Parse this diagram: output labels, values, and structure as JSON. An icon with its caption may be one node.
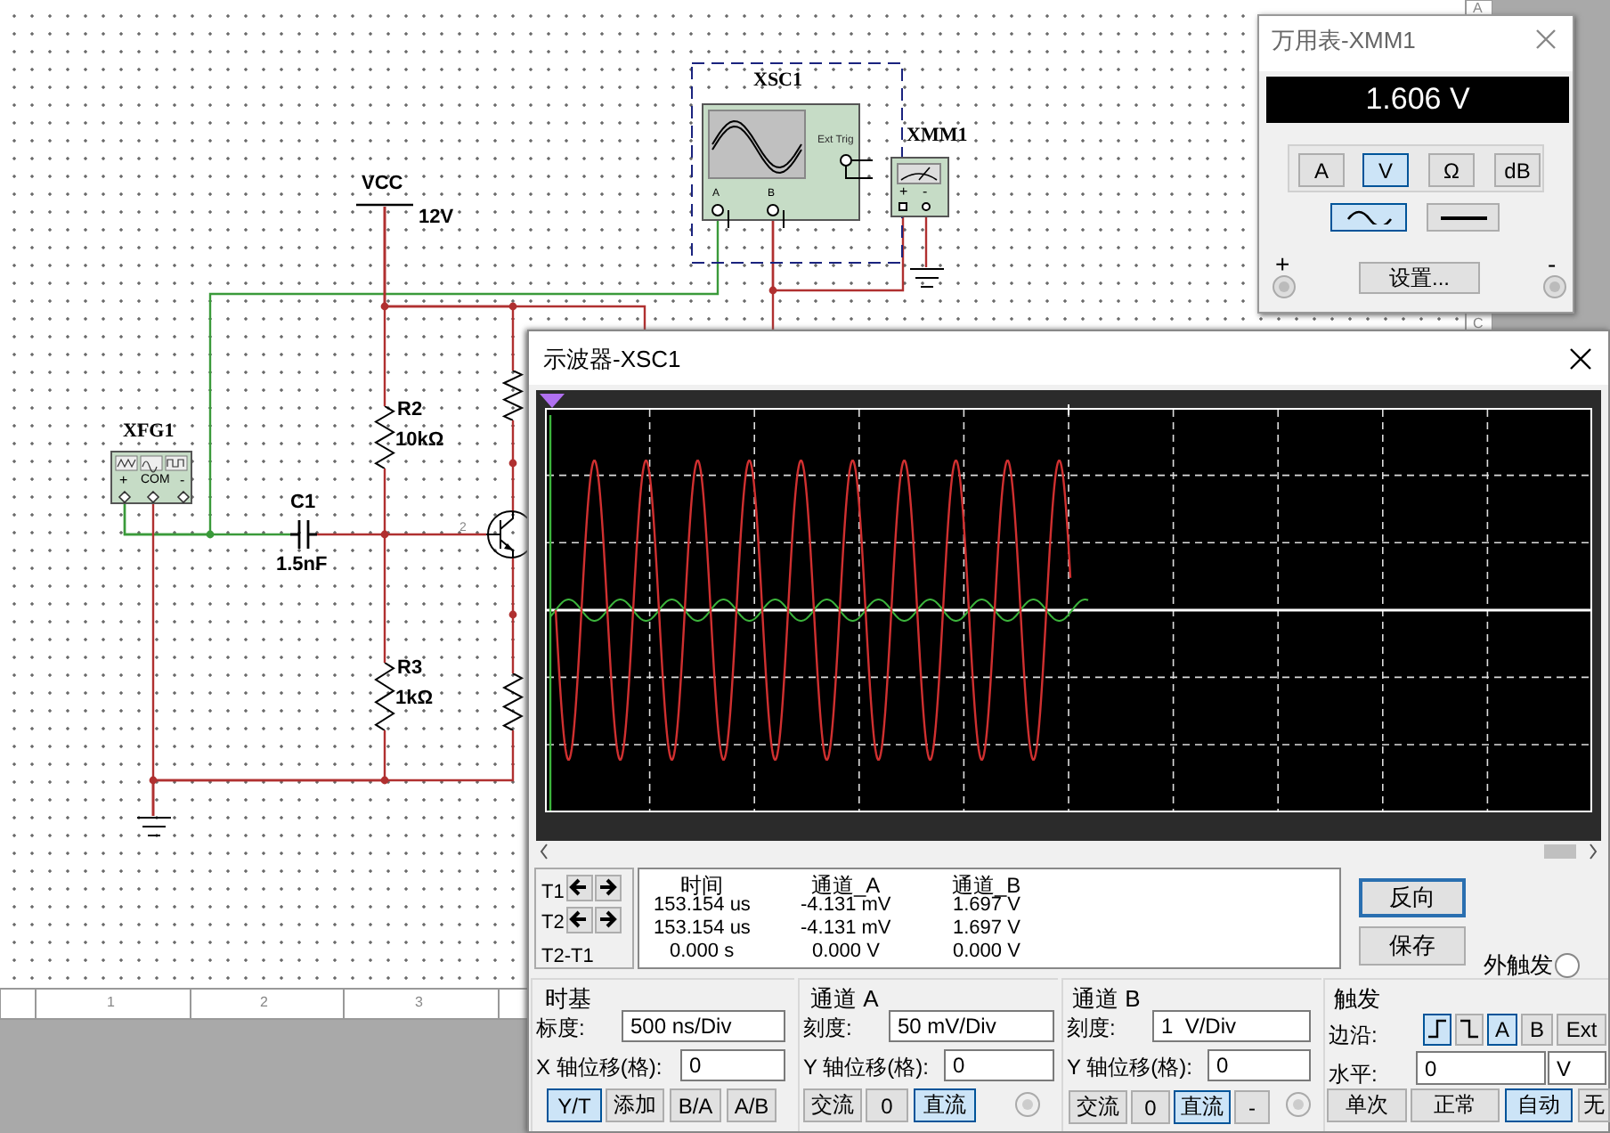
{
  "diagram": {
    "nodes": [
      {
        "text": [
          "XFG1",
          "+",
          "COM",
          "-"
        ]
      },
      {
        "text": [
          "VCC",
          "12V"
        ]
      },
      {
        "text": [
          "R2",
          "10kΩ"
        ]
      },
      {
        "text": [
          "C1",
          "1.5nF"
        ]
      },
      {
        "text": [
          "R3",
          "1kΩ"
        ]
      },
      {
        "text": [],
        "shape": "transistor"
      },
      {
        "text": [],
        "shape": "resistor"
      },
      {
        "text": [],
        "shape": "resistor"
      },
      {
        "text": [],
        "shape": "ground"
      },
      {
        "text": [
          "XSC1",
          "Ext Trig",
          "A",
          "B"
        ]
      },
      {
        "text": [
          "XMM1",
          "+",
          "-"
        ]
      },
      {
        "text": [],
        "shape": "ground"
      },
      {
        "text": [
          "万用表-XMM1",
          "1.606 V",
          "A",
          "V",
          "Ω",
          "dB",
          "+",
          "设置...",
          "-"
        ]
      },
      {
        "text": [
          "示波器-XSC1"
        ]
      },
      {
        "text": [
          "T1",
          "T2",
          "T2-T1"
        ],
        "in": 13
      },
      {
        "text": [
          "时间",
          "通道_A",
          "通道_B",
          "153.154 us",
          "-4.131 mV",
          "1.697 V",
          "153.154 us",
          "-4.131 mV",
          "1.697 V",
          "0.000 s",
          "0.000 V",
          "0.000 V"
        ],
        "in": 13
      },
      {
        "text": [
          "反向"
        ],
        "in": 13
      },
      {
        "text": [
          "保存"
        ],
        "in": 13
      },
      {
        "text": [
          "时基",
          "标度:",
          "500 ns/Div",
          "X 轴位移(格):",
          "0",
          "Y/T",
          "添加",
          "B/A",
          "A/B"
        ],
        "in": 13
      },
      {
        "text": [
          "通道 A",
          "刻度:",
          "50 mV/Div",
          "Y 轴位移(格):",
          "0",
          "交流",
          "0",
          "直流"
        ],
        "in": 13
      },
      {
        "text": [
          "通道 B",
          "刻度:",
          "1  V/Div",
          "Y 轴位移(格):",
          "0",
          "交流",
          "0",
          "直流",
          "-"
        ],
        "in": 13
      },
      {
        "text": [
          "触发",
          "边沿:",
          "A",
          "B",
          "Ext",
          "水平:",
          "0",
          "V",
          "单次",
          "正常",
          "自动",
          "无"
        ],
        "in": 13
      }
    ],
    "edges": [
      {
        "from": 0,
        "to": 3,
        "arrow": "none",
        "color": "#3a9a3a"
      },
      {
        "from": 0,
        "to": 9,
        "arrow": "none",
        "color": "#3a9a3a"
      },
      {
        "from": 1,
        "to": 2,
        "arrow": "none"
      },
      {
        "from": 2,
        "to": 4,
        "arrow": "none"
      },
      {
        "from": 3,
        "to": 5,
        "arrow": "none"
      },
      {
        "from": 1,
        "to": 6,
        "arrow": "none"
      },
      {
        "from": 6,
        "to": 5,
        "arrow": "none"
      },
      {
        "from": 5,
        "to": 7,
        "arrow": "none"
      },
      {
        "from": 0,
        "to": 8,
        "arrow": "none"
      },
      {
        "from": 4,
        "to": 8,
        "arrow": "none"
      },
      {
        "from": 7,
        "to": 8,
        "arrow": "none"
      },
      {
        "from": 9,
        "to": 10,
        "arrow": "none"
      },
      {
        "from": 10,
        "to": 11,
        "arrow": "none"
      },
      {
        "from": 9,
        "to": 13,
        "arrow": "none"
      },
      {
        "from": 1,
        "to": 13,
        "arrow": "none"
      }
    ],
    "labels": [
      "外触发",
      "2",
      "1",
      "2",
      "3",
      "A",
      "C"
    ]
  }
}
